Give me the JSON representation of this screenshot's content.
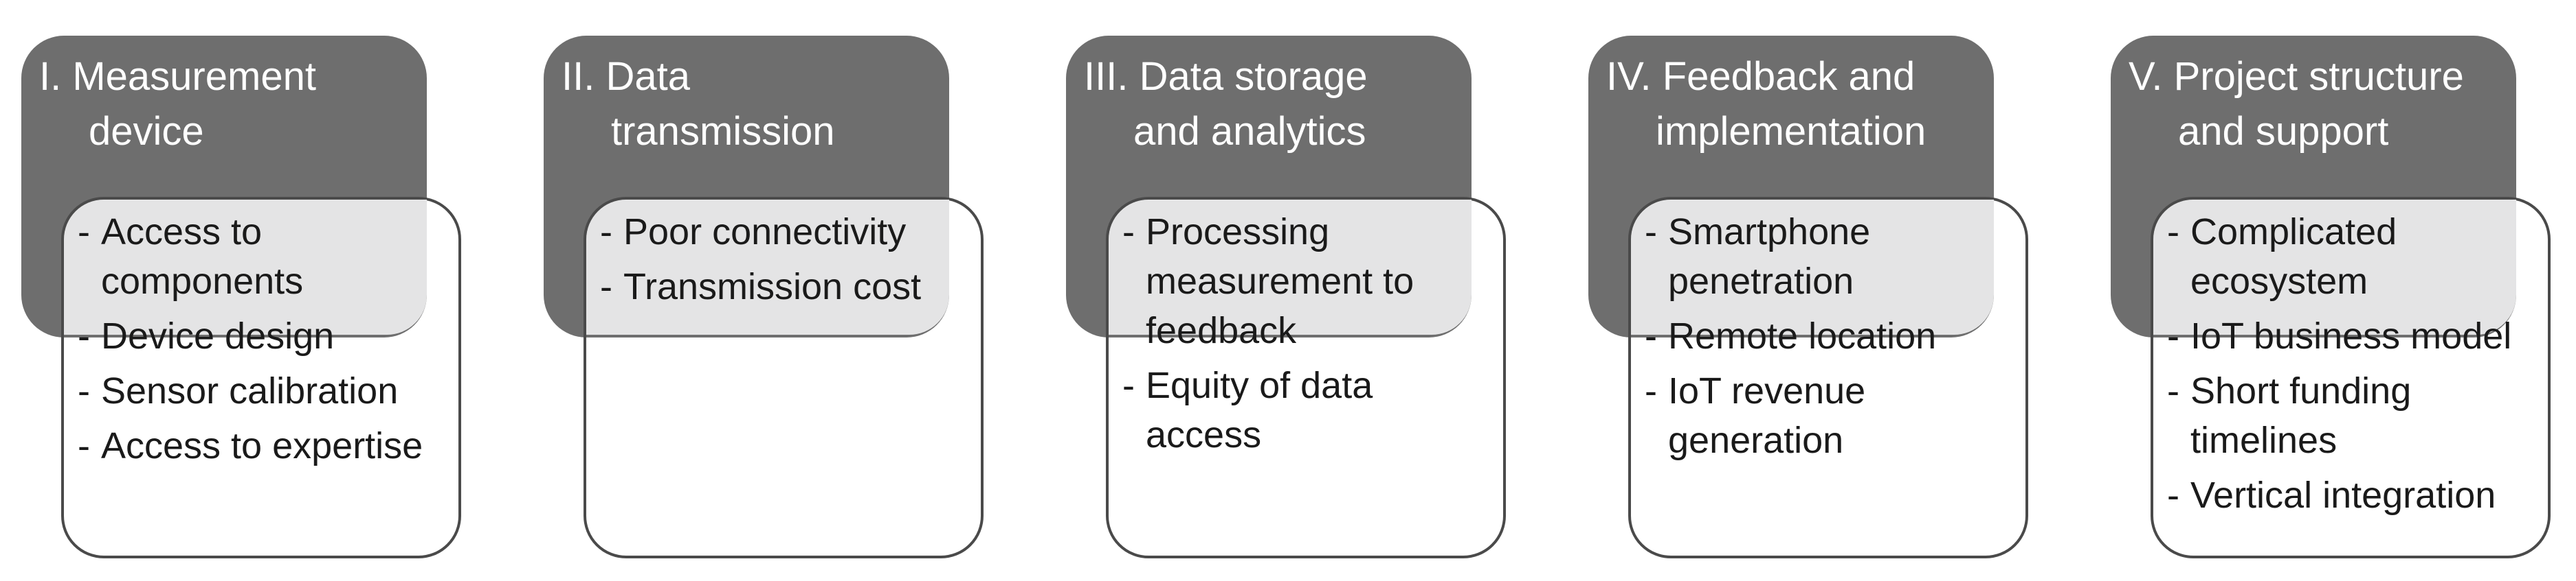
{
  "stages": [
    {
      "title_line1": "I.  Measurement",
      "title_line2": "device",
      "items": [
        {
          "line1": "Access to",
          "line2": "components"
        },
        {
          "line1": "Device design",
          "line2": ""
        },
        {
          "line1": "Sensor calibration",
          "line2": ""
        },
        {
          "line1": "Access to expertise",
          "line2": ""
        }
      ]
    },
    {
      "title_line1": "II. Data",
      "title_line2": "transmission",
      "items": [
        {
          "line1": "Poor connectivity",
          "line2": ""
        },
        {
          "line1": "Transmission cost",
          "line2": ""
        }
      ]
    },
    {
      "title_line1": "III. Data storage",
      "title_line2": "and analytics",
      "items": [
        {
          "line1": "Processing",
          "line2": "measurement to"
        },
        {
          "line1": "feedback",
          "line2": ""
        },
        {
          "line1": "Equity of data",
          "line2": "access"
        }
      ]
    },
    {
      "title_line1": "IV. Feedback and",
      "title_line2": "implementation",
      "items": [
        {
          "line1": "Smartphone",
          "line2": "penetration"
        },
        {
          "line1": "Remote location",
          "line2": ""
        },
        {
          "line1": "IoT revenue",
          "line2": "generation"
        }
      ]
    },
    {
      "title_line1": "V. Project structure",
      "title_line2": "and support",
      "items": [
        {
          "line1": "Complicated",
          "line2": "ecosystem"
        },
        {
          "line1": "IoT business model",
          "line2": ""
        },
        {
          "line1": "Short funding",
          "line2": "timelines"
        },
        {
          "line1": "Vertical integration",
          "line2": ""
        }
      ]
    }
  ],
  "colors": {
    "dark_box": "#6e6e6e",
    "overlap": "#e4e4e5",
    "border": "#4a4a4a",
    "text_dark": "#1a1a1a",
    "text_light": "#ffffff"
  }
}
